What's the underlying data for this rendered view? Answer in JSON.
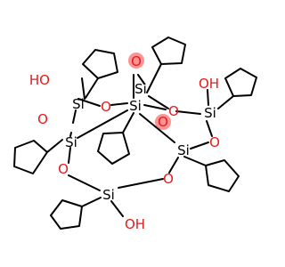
{
  "molecule": {
    "atoms": {
      "silicon_symbol": "Si",
      "oxygen_symbol": "O",
      "hydroxyl_label": "OH",
      "hydroxyl_label_left": "HO"
    },
    "colors": {
      "bond": "#000000",
      "silicon": "#000000",
      "oxygen": "#e41a1c",
      "highlight": "#ff8080",
      "background": "#ffffff"
    },
    "substituent": "cyclopentyl",
    "silicon_count": 7,
    "hydroxyl_count": 3
  }
}
